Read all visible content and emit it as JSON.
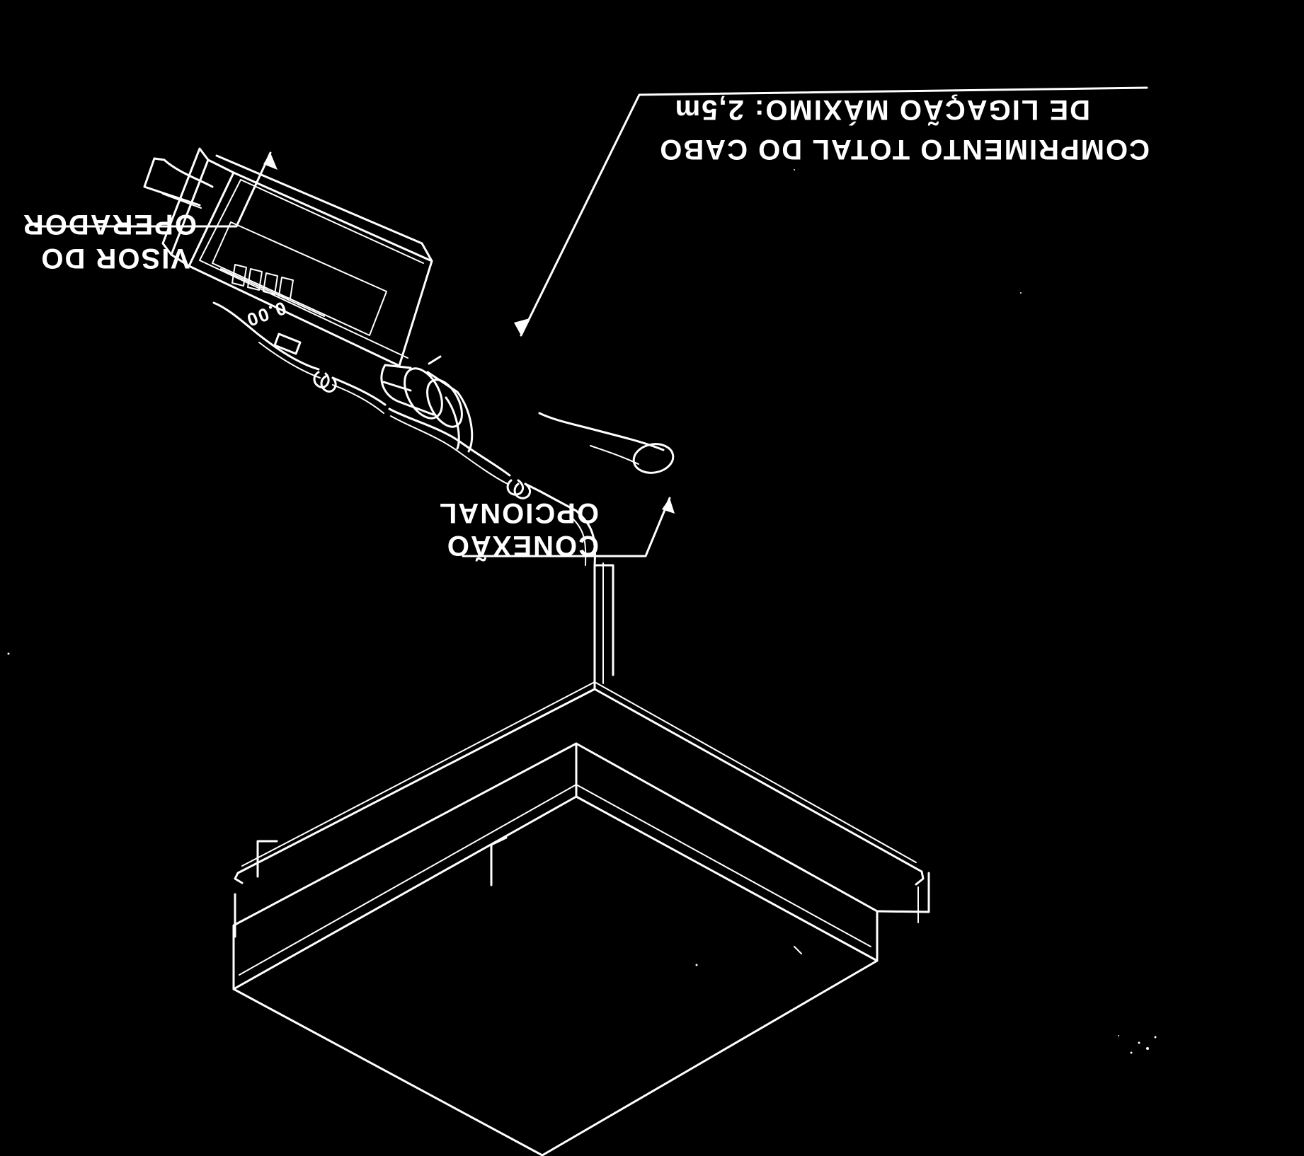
{
  "diagram": {
    "labels": {
      "display": {
        "line1": "VISOR DO",
        "line2": "OPERADOR"
      },
      "cable": {
        "line1": "COMPRIMENTO TOTAL DO CABO",
        "line2": "DE LIGAÇÃO MÁXIMO: 2,5m"
      },
      "connector": {
        "line1": "CONEXÃO",
        "line2": "OPCIONAL"
      }
    },
    "display_readout": "0.00",
    "colors": {
      "background": "#000000",
      "ink": "#ffffff"
    },
    "rendering": "white-on-black line drawing, mirrored"
  }
}
